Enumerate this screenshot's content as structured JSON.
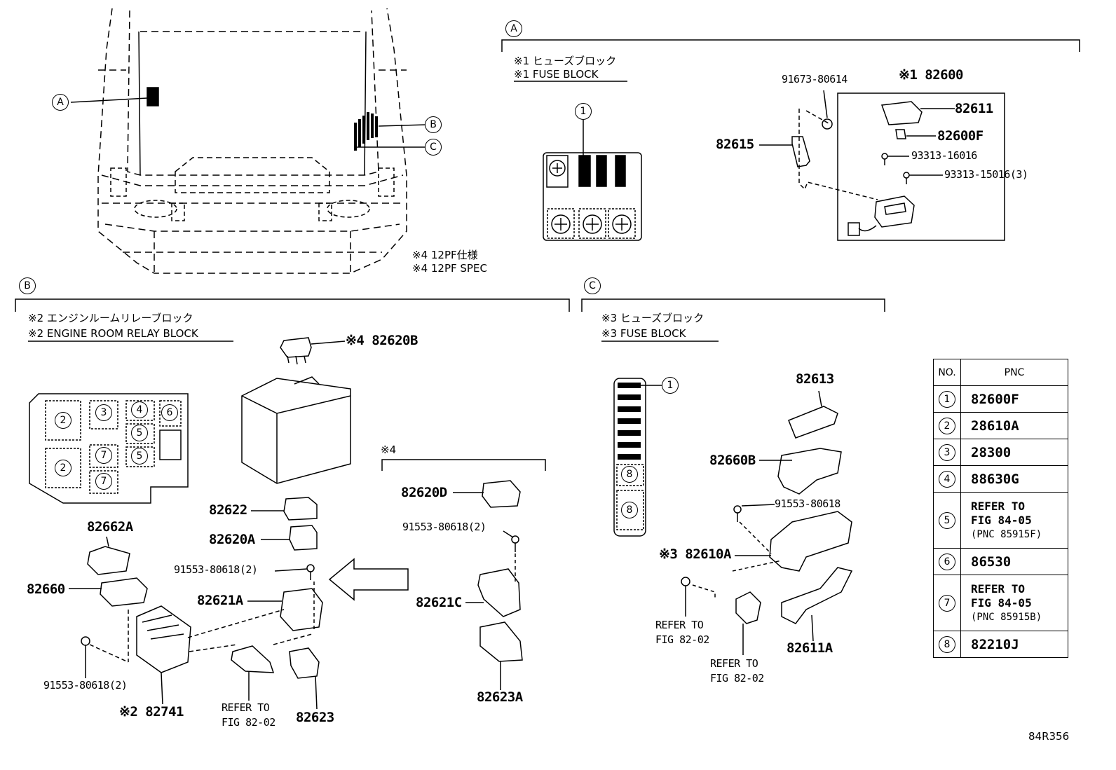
{
  "sections": {
    "a": {
      "letter": "A",
      "title_jp": "※1 ヒューズブロック",
      "title_en": "※1 FUSE BLOCK"
    },
    "b": {
      "letter": "B",
      "title_jp": "※2 エンジンルームリレーブロック",
      "title_en": "※2 ENGINE ROOM RELAY BLOCK"
    },
    "c": {
      "letter": "C",
      "title_jp": "※3 ヒューズブロック",
      "title_en": "※3 FUSE BLOCK"
    }
  },
  "spec_note": {
    "jp": "※4 12PF仕様",
    "en": "※4 12PF SPEC"
  },
  "vehicle_callouts": [
    "A",
    "B",
    "C"
  ],
  "part_labels": {
    "p91673": "91673-80614",
    "p82600": "※1 82600",
    "p82611": "82611",
    "p82600f": "82600F",
    "p82615": "82615",
    "p93313a": "93313-16016",
    "p93313b": "93313-15016(3)",
    "p82620b": "※4 82620B",
    "p82622": "82622",
    "p82620a": "82620A",
    "p91553b1": "91553-80618(2)",
    "p82621a": "82621A",
    "p82662a": "82662A",
    "p82660": "82660",
    "p91553b2": "91553-80618(2)",
    "p82741": "※2 82741",
    "p82623": "82623",
    "refer_b_1": "REFER TO",
    "refer_b_2": "FIG 82-02",
    "star4": "※4",
    "p82620d": "82620D",
    "p91553b3": "91553-80618(2)",
    "p82621c": "82621C",
    "p82623a": "82623A",
    "p82613": "82613",
    "p82660b": "82660B",
    "p91553c": "91553-80618",
    "p82610a": "※3 82610A",
    "p82611a": "82611A",
    "refer_c1_1": "REFER TO",
    "refer_c1_2": "FIG 82-02",
    "refer_c2_1": "REFER TO",
    "refer_c2_2": "FIG 82-02"
  },
  "relay_block_numbers": [
    "2",
    "3",
    "4",
    "6",
    "5",
    "2",
    "7",
    "5",
    "7"
  ],
  "fuse_a_callout": "1",
  "fuse_c_callouts": [
    "1",
    "8",
    "8"
  ],
  "pnc_table": {
    "headers": [
      "NO.",
      "PNC"
    ],
    "rows": [
      {
        "no": "1",
        "pnc": "82600F"
      },
      {
        "no": "2",
        "pnc": "28610A"
      },
      {
        "no": "3",
        "pnc": "28300"
      },
      {
        "no": "4",
        "pnc": "88630G"
      },
      {
        "no": "5",
        "pnc_lines": [
          "REFER TO",
          "FIG 84-05",
          "(PNC 85915F)"
        ]
      },
      {
        "no": "6",
        "pnc": "86530"
      },
      {
        "no": "7",
        "pnc_lines": [
          "REFER TO",
          "FIG 84-05",
          "(PNC 85915B)"
        ]
      },
      {
        "no": "8",
        "pnc": "82210J"
      }
    ]
  },
  "figure_code": "84R356"
}
